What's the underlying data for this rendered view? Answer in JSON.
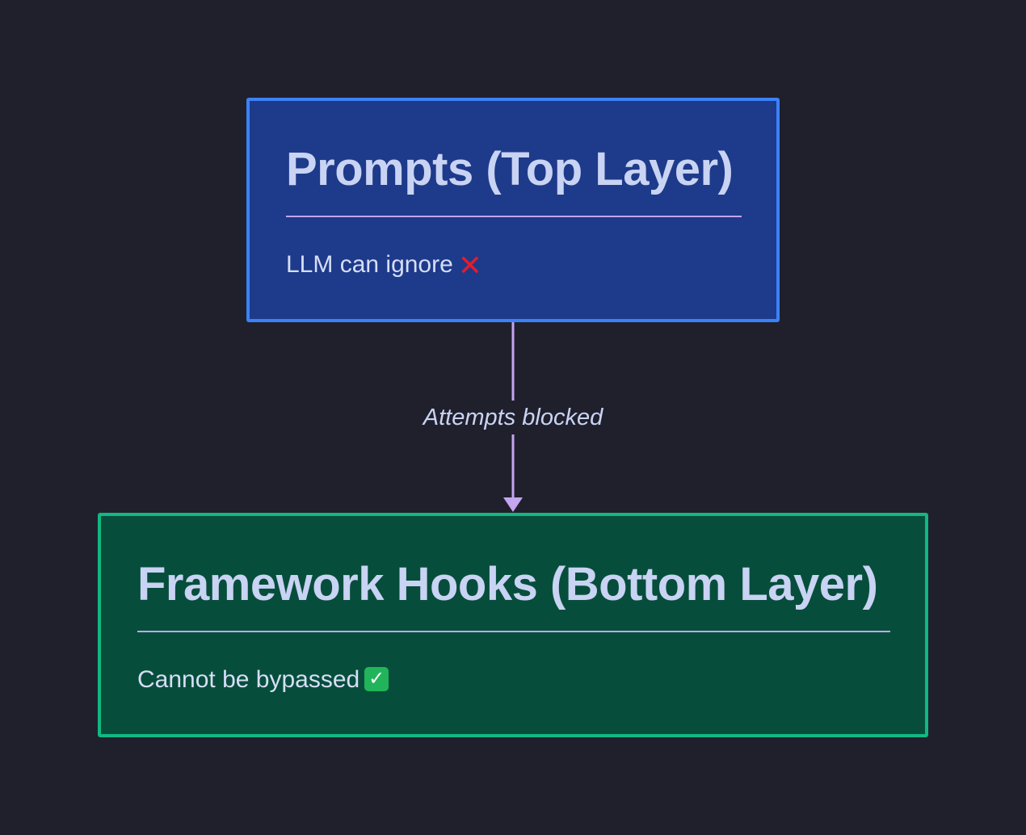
{
  "diagram": {
    "nodes": [
      {
        "id": "prompts",
        "title": "Prompts (Top Layer)",
        "text": "LLM can ignore",
        "status_icon": "cross-mark-icon",
        "fill": "#1e3a8a",
        "stroke": "#3b82f6"
      },
      {
        "id": "hooks",
        "title": "Framework Hooks (Bottom Layer)",
        "text": "Cannot be bypassed",
        "status_icon": "check-mark-icon",
        "fill": "#064e3b",
        "stroke": "#10b981"
      }
    ],
    "edges": [
      {
        "from": "prompts",
        "to": "hooks",
        "label": "Attempts blocked",
        "color": "#c4a5f0"
      }
    ],
    "background": "#20202d",
    "text_color": "#c9d3f3"
  }
}
